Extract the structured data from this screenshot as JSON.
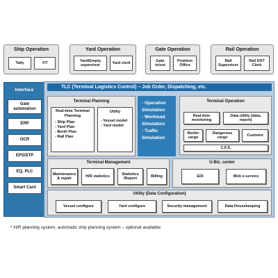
{
  "top_groups": [
    {
      "title": "Ship Operation",
      "items": [
        "Tally",
        "Y/T"
      ]
    },
    {
      "title": "Yard Operation",
      "items": [
        "Yard/Empty supervisor",
        "Yard clerk"
      ]
    },
    {
      "title": "Gate Operation",
      "items": [
        "Gate in/out",
        "Problem Office"
      ]
    },
    {
      "title": "Rail Operation",
      "items": [
        "Rail Supervisor",
        "Rail DST Clerk"
      ]
    }
  ],
  "interface": {
    "title": "Interface",
    "items": [
      "Gate automation",
      "ERP",
      "OCR",
      "EPS/STP",
      "EQ. PLC",
      "Smart Card"
    ]
  },
  "tlc_bar": "TLC (Terminal Logistics Control) – Job Order, Dispatching, etc.",
  "terminal_planning": {
    "title": "Terminal Planning",
    "realtime_title": "Real-time Terminal Planning",
    "realtime_items": [
      "- Ship Plan",
      "- Yard Plan",
      "- Berth Plan",
      "- Rail Plan"
    ],
    "utility_title": "Utility",
    "utility_items": [
      "- Vessel model",
      "- Yard model"
    ]
  },
  "simulation_items": [
    "- Operation Simulation",
    "- Workload Simulation",
    "- Traffic Simulation"
  ],
  "terminal_operation": {
    "title": "Terminal Operation",
    "items": [
      "Real-time monitoring",
      "Data utility (data, report)",
      "Reefer cargo",
      "Dangerous cargo",
      "Customs",
      "C.F.S."
    ]
  },
  "terminal_management": {
    "title": "Terminal Management",
    "items": [
      "Maintenance & repair",
      "H/R statistics",
      "Statistics /Report",
      "Billing"
    ]
  },
  "ubiz_center": {
    "title": "U-Biz. center",
    "items": [
      "EDI",
      "Web e-service"
    ]
  },
  "utility_config": {
    "title": "Utility (Data Configuration)",
    "items": [
      "Vessel configure",
      "Yard configure",
      "Security management",
      "Data Housekeeping"
    ]
  },
  "footnote": "* H/R planning system, automatic ship planning system – optional available"
}
